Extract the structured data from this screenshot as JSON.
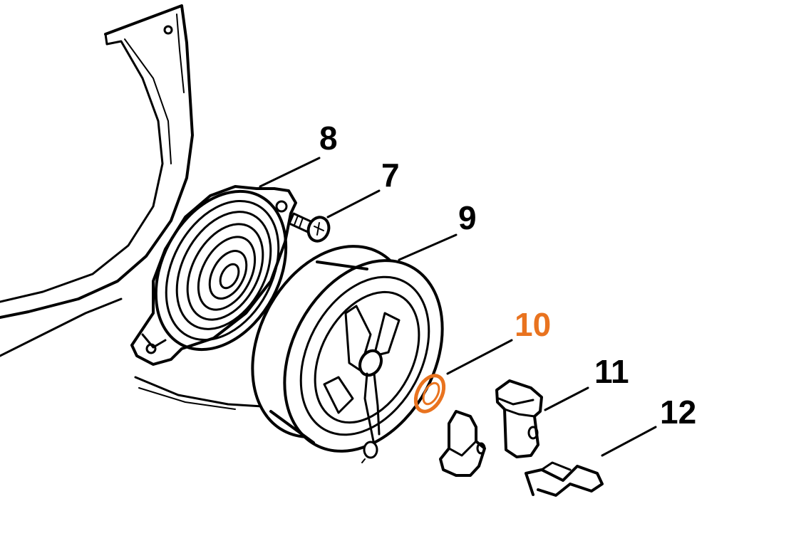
{
  "colors": {
    "outline": "#000000",
    "background": "#ffffff",
    "highlight": "#e9731f"
  },
  "callouts": [
    {
      "id": "part-8",
      "label": "8",
      "highlighted": false
    },
    {
      "id": "part-7",
      "label": "7",
      "highlighted": false
    },
    {
      "id": "part-9",
      "label": "9",
      "highlighted": false
    },
    {
      "id": "part-10",
      "label": "10",
      "highlighted": true
    },
    {
      "id": "part-11",
      "label": "11",
      "highlighted": false
    },
    {
      "id": "part-12",
      "label": "12",
      "highlighted": false
    }
  ]
}
